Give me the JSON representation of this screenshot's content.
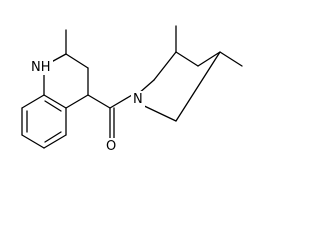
{
  "molecule": {
    "labels": {
      "nh": "NH",
      "n": "N",
      "o": "O"
    },
    "colors": {
      "bond": "#000000",
      "background": "#ffffff"
    }
  }
}
